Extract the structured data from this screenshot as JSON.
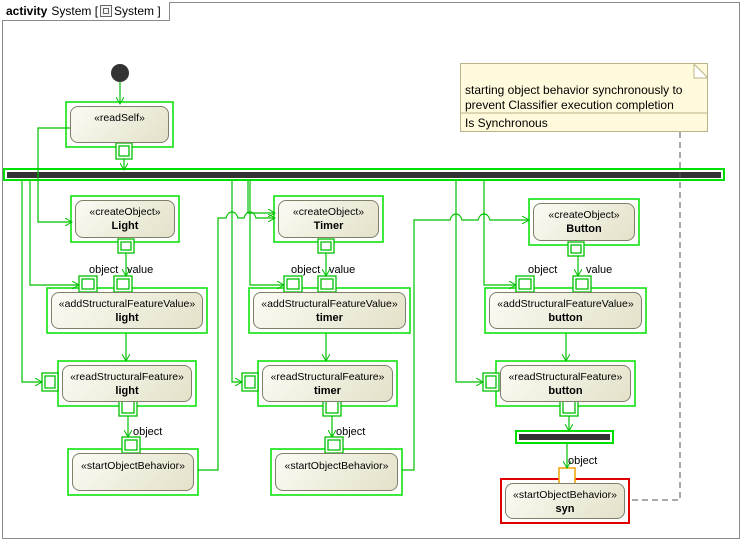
{
  "frame": {
    "kind": "activity",
    "name": "System [",
    "type_name": "System",
    "close": "]"
  },
  "note": {
    "text": "starting object behavior synchronously to prevent Classifier execution completion",
    "property": "Is Synchronous"
  },
  "actions": {
    "read_self": {
      "stereotype": "«readSelf»",
      "name": ""
    },
    "create_light": {
      "stereotype": "«createObject»",
      "name": "Light"
    },
    "create_timer": {
      "stereotype": "«createObject»",
      "name": "Timer"
    },
    "create_button": {
      "stereotype": "«createObject»",
      "name": "Button"
    },
    "add_light": {
      "stereotype": "«addStructuralFeatureValue»",
      "name": "light"
    },
    "add_timer": {
      "stereotype": "«addStructuralFeatureValue»",
      "name": "timer"
    },
    "add_button": {
      "stereotype": "«addStructuralFeatureValue»",
      "name": "button"
    },
    "read_light": {
      "stereotype": "«readStructuralFeature»",
      "name": "light"
    },
    "read_timer": {
      "stereotype": "«readStructuralFeature»",
      "name": "timer"
    },
    "read_button": {
      "stereotype": "«readStructuralFeature»",
      "name": "button"
    },
    "start_light": {
      "stereotype": "«startObjectBehavior»",
      "name": ""
    },
    "start_timer": {
      "stereotype": "«startObjectBehavior»",
      "name": ""
    },
    "start_syn": {
      "stereotype": "«startObjectBehavior»",
      "name": "syn"
    }
  },
  "pin_labels": {
    "object": "object",
    "value": "value"
  },
  "colors": {
    "highlight": "#00e000",
    "selected": "#e00000",
    "pin_orange": "#f0a000",
    "bar": "#333333"
  }
}
